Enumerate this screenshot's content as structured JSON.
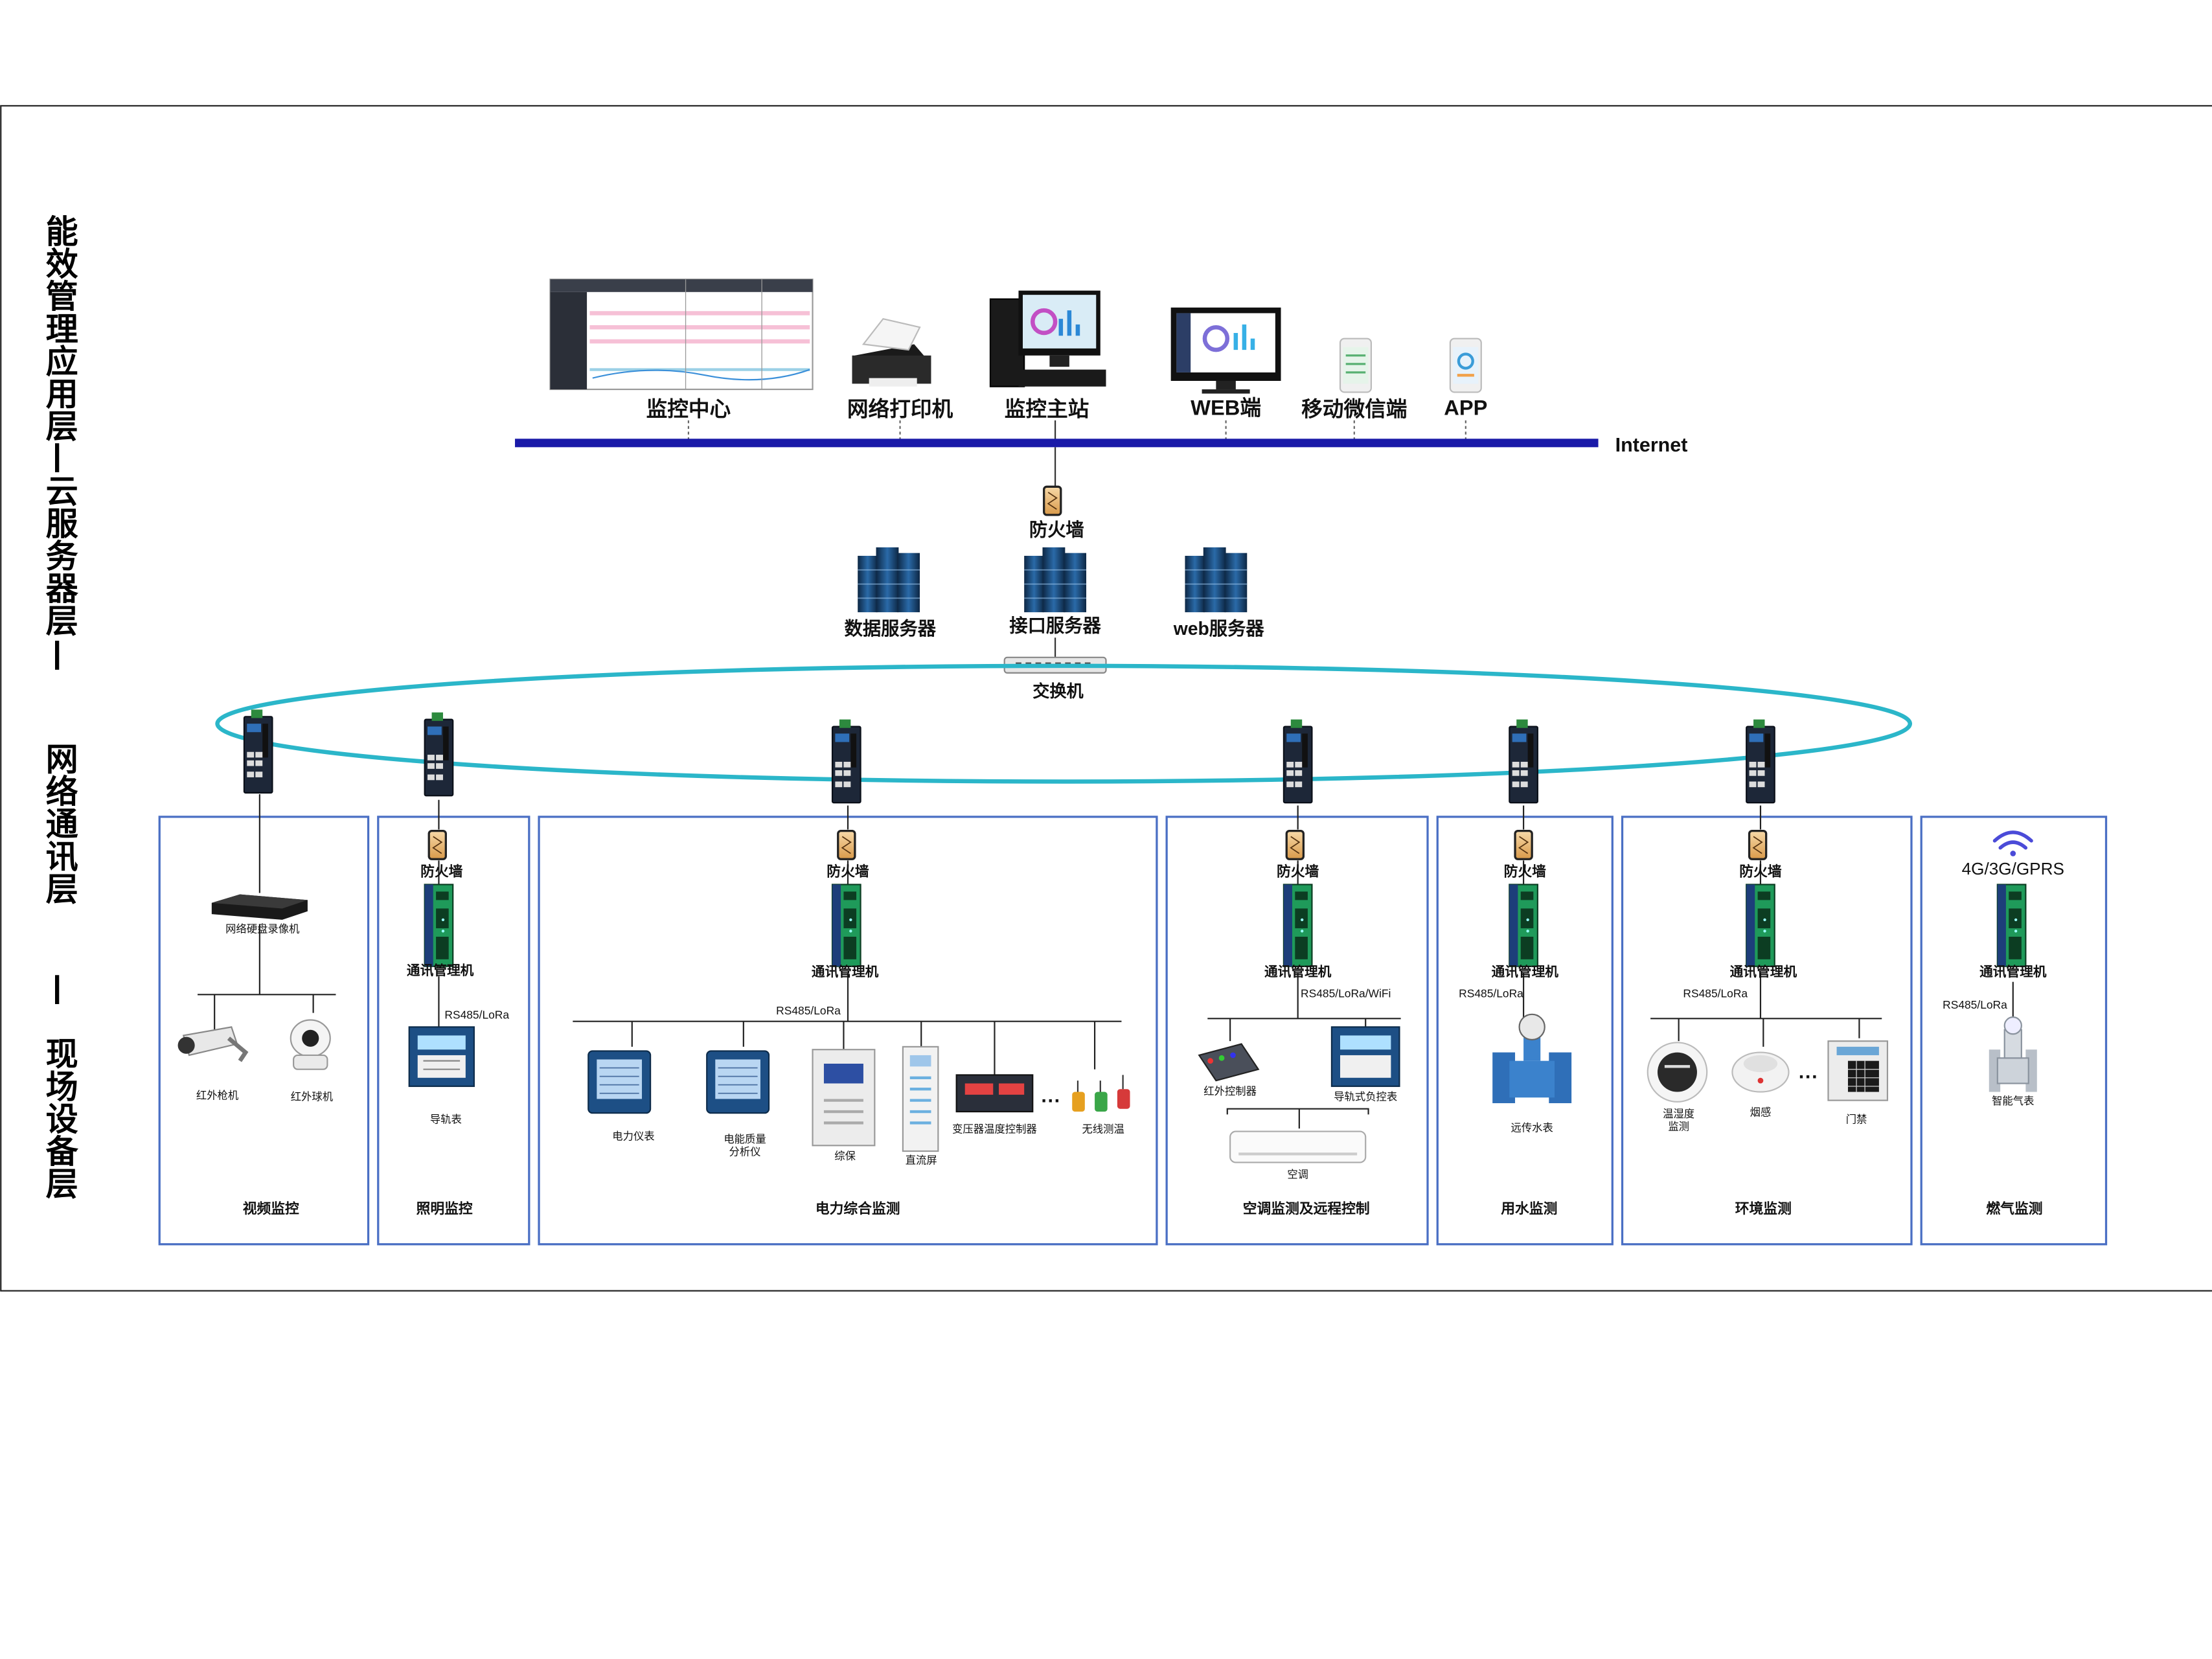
{
  "layers": {
    "app": "能效管理应用层",
    "cloud": "云服务器层",
    "network": "网络通讯层",
    "field": "现场设备层",
    "separator": "—"
  },
  "top": {
    "monitor_center": "监控中心",
    "printer": "网络打印机",
    "main_station": "监控主站",
    "web": "WEB端",
    "wechat": "移动微信端",
    "app": "APP",
    "internet": "Internet"
  },
  "cloud": {
    "firewall": "防火墙",
    "data_server": "数据服务器",
    "interface_server": "接口服务器",
    "web_server": "web服务器",
    "switch": "交换机"
  },
  "common": {
    "firewall": "防火墙",
    "comm_manager": "通讯管理机",
    "rs485_lora": "RS485/LoRa",
    "rs485_lora_wifi": "RS485/LoRa/WiFi",
    "cellular": "4G/3G/GPRS",
    "ellipsis": "···"
  },
  "panels": {
    "video": {
      "title": "视频监控",
      "nvr": "网络硬盘录像机",
      "gun_cam": "红外枪机",
      "dome_cam": "红外球机"
    },
    "lighting": {
      "title": "照明监控",
      "rail_meter": "导轨表"
    },
    "power": {
      "title": "电力综合监测",
      "meter": "电力仪表",
      "quality_1": "电能质量",
      "quality_2": "分析仪",
      "protection": "综保",
      "dc_screen": "直流屏",
      "transformer": "变压器温度控制器",
      "wireless": "无线测温"
    },
    "hvac": {
      "title": "空调监测及远程控制",
      "ir_controller": "红外控制器",
      "rail_load": "导轨式负控表",
      "ac": "空调"
    },
    "water": {
      "title": "用水监测",
      "remote_meter": "远传水表"
    },
    "env": {
      "title": "环境监测",
      "th_1": "温湿度",
      "th_2": "监测",
      "smoke": "烟感",
      "door": "门禁"
    },
    "gas": {
      "title": "燃气监测",
      "gas_meter": "智能气表"
    }
  },
  "colors": {
    "internet_bus": "#1a1aa8",
    "ring": "#2bb6c9",
    "panel_border": "#4a6fc4",
    "rack_green": "#1f9a5a",
    "server_blue": "#1b4f85"
  }
}
